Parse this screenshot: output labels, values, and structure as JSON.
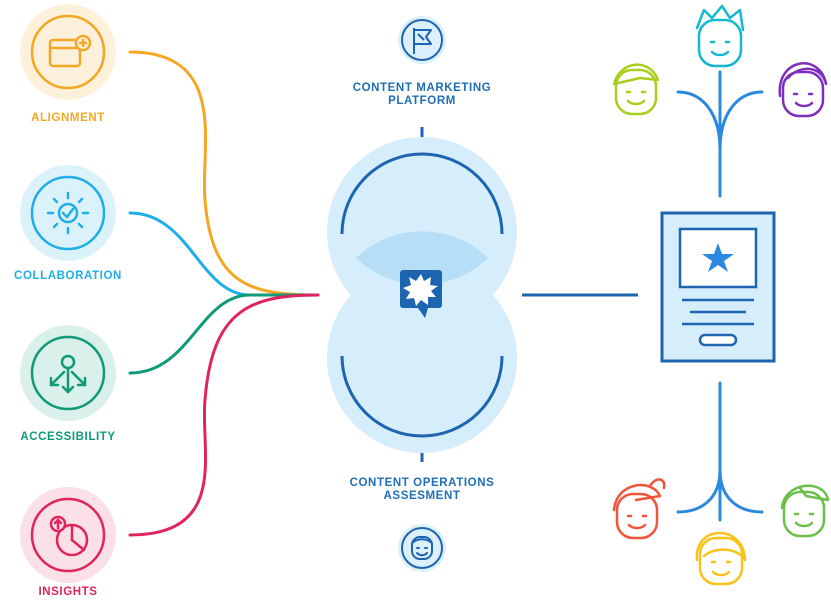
{
  "left_items": [
    {
      "label": "ALIGNMENT",
      "color": "#f5a623",
      "icon": "browser-window-plus-icon"
    },
    {
      "label": "COLLABORATION",
      "color": "#1eaee8",
      "icon": "sun-checkmark-icon"
    },
    {
      "label": "ACCESSIBILITY",
      "color": "#0f9a78",
      "icon": "three-arrows-icon"
    },
    {
      "label": "INSIGHTS",
      "color": "#e0245e",
      "icon": "pie-chart-arrow-icon"
    }
  ],
  "center": {
    "top_label": "CONTENT MARKETING\nPLATFORM",
    "bottom_label": "CONTENT OPERATIONS\nASSESMENT",
    "top_icon": "flag-icon",
    "bottom_icon": "face-icon",
    "center_icon": "speech-bubble-burst-icon",
    "label_color": "#1e6fb5",
    "line_color": "#1d65b0",
    "circle_fill": "#d6eefb"
  },
  "right": {
    "document_icon": "star-document-icon",
    "top_people": [
      "lime-face-icon",
      "cyan-face-icon",
      "purple-face-icon"
    ],
    "bottom_people": [
      "orange-face-icon",
      "yellow-face-icon",
      "green-face-icon"
    ],
    "line_color": "#2b8ae0"
  }
}
